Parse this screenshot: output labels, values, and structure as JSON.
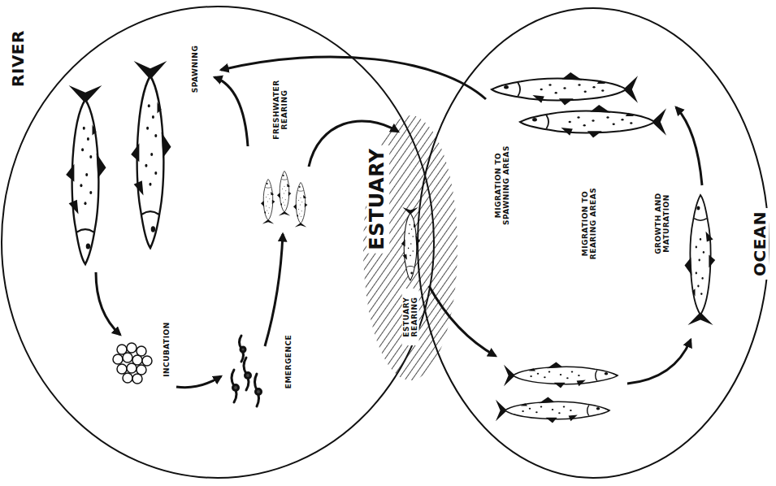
{
  "diagram": {
    "nodes": [
      {
        "text": [
          "RIVER"
        ]
      },
      {
        "text": [
          "ESTUARY",
          "ESTUARY REARING"
        ]
      },
      {
        "text": [
          "OCEAN"
        ]
      }
    ],
    "labels": [
      "SPAWNING",
      "FRESHWATER REARING",
      "INCUBATION",
      "EMERGENCE",
      "MIGRATION TO SPAWNING AREAS",
      "MIGRATION TO REARING AREAS",
      "GROWTH AND MATURATION"
    ]
  }
}
